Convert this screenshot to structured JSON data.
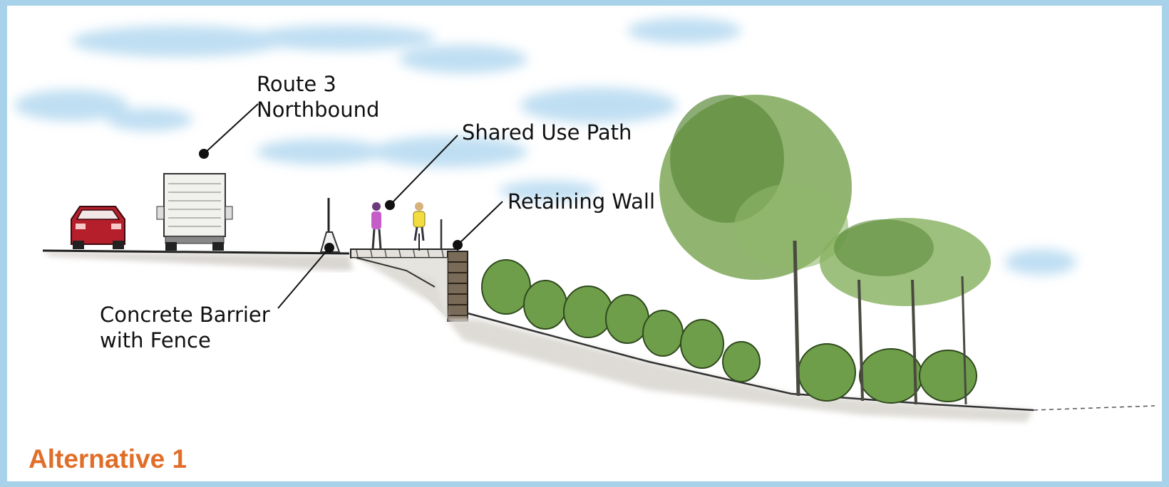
{
  "labels": {
    "route": [
      "Route 3",
      "Northbound"
    ],
    "path": "Shared Use Path",
    "wall": "Retaining Wall",
    "barrier": [
      "Concrete Barrier",
      "with Fence"
    ]
  },
  "title": "Alternative 1",
  "colors": {
    "title": "#e06e28",
    "sky": "#a8d2ea",
    "foliage": "#6f9e4a",
    "car": "#b51f2b"
  }
}
